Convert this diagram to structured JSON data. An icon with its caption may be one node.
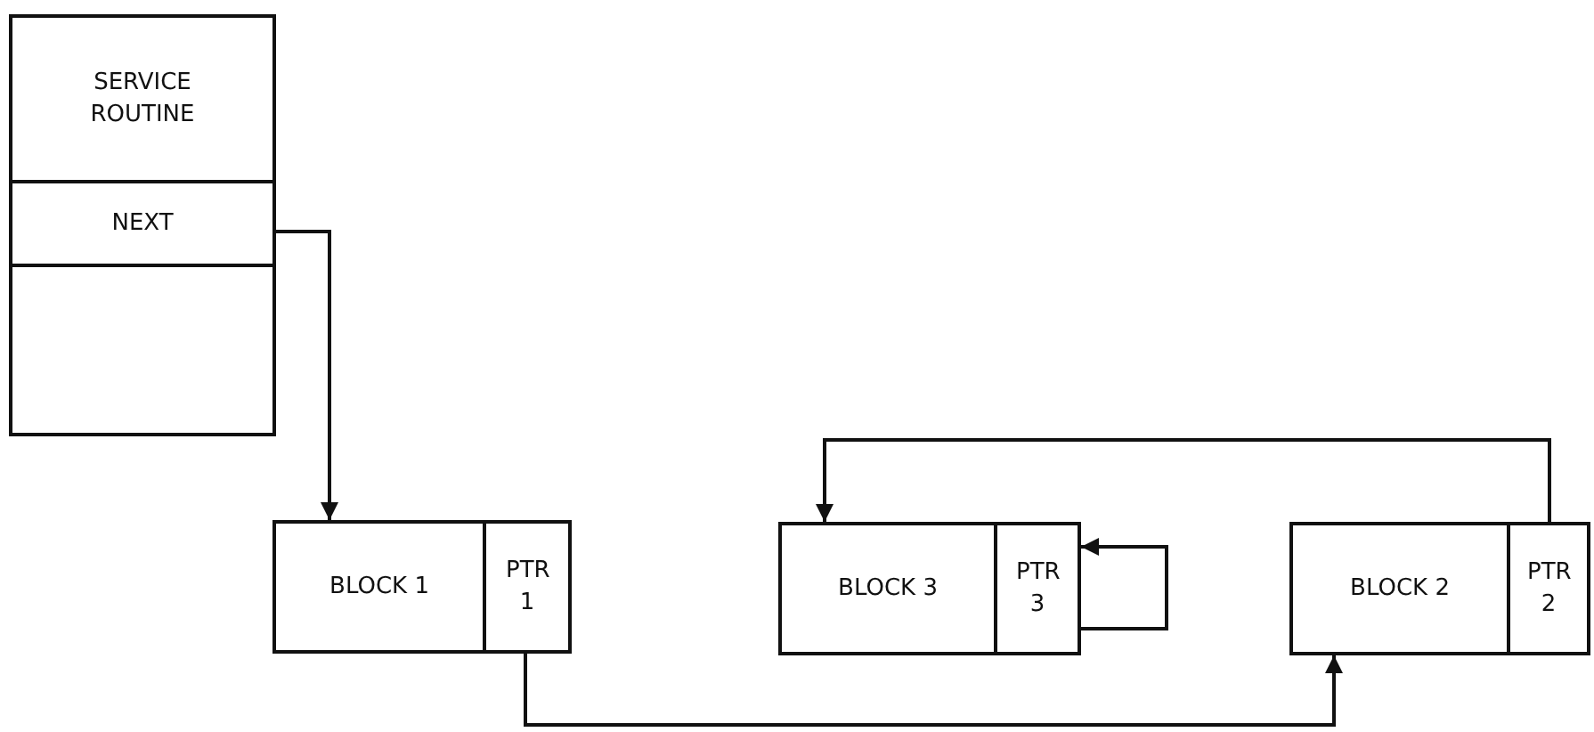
{
  "diagram": {
    "nodes": [
      {
        "text": [
          "SERVICE ROUTINE"
        ]
      },
      {
        "text": [
          "NEXT"
        ]
      },
      {
        "text": [],
        "shape": "box"
      },
      {
        "text": [
          "BLOCK 1"
        ]
      },
      {
        "text": [
          "PTR 1"
        ]
      },
      {
        "text": [
          "BLOCK 3"
        ]
      },
      {
        "text": [
          "PTR 3"
        ]
      },
      {
        "text": [
          "BLOCK 2"
        ]
      },
      {
        "text": [
          "PTR 2"
        ]
      }
    ],
    "edges": [
      {
        "from": 1,
        "to": 3,
        "arrow": "to"
      },
      {
        "from": 4,
        "to": 7,
        "arrow": "to"
      },
      {
        "from": 8,
        "to": 5,
        "arrow": "to"
      },
      {
        "from": 6,
        "to": 6,
        "arrow": "to"
      }
    ]
  }
}
